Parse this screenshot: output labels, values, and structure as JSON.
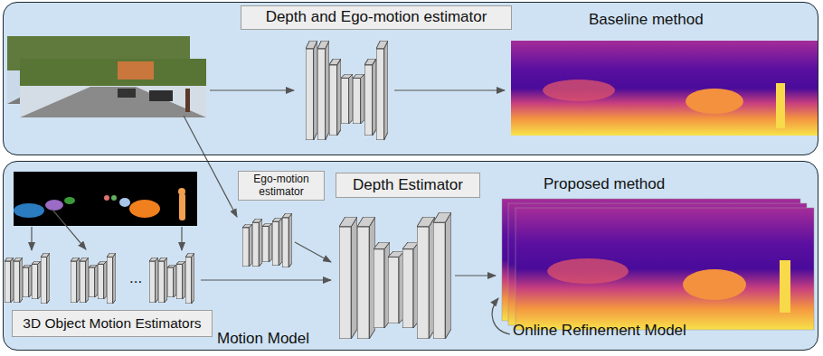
{
  "diagram": {
    "nodes": [
      {
        "text": [
          "Baseline method"
        ]
      },
      {
        "text": [
          "Depth and Ego-motion estimator"
        ],
        "in": 0
      },
      {
        "text": [
          "Proposed method",
          "Motion Model"
        ]
      },
      {
        "text": [
          "Ego-motion estimator"
        ],
        "in": 2
      },
      {
        "text": [
          "Depth Estimator"
        ],
        "in": 2
      },
      {
        "text": [
          "3D Object Motion Estimators"
        ],
        "in": 2
      }
    ],
    "labels": [
      "...",
      "Online Refinement Model"
    ]
  }
}
